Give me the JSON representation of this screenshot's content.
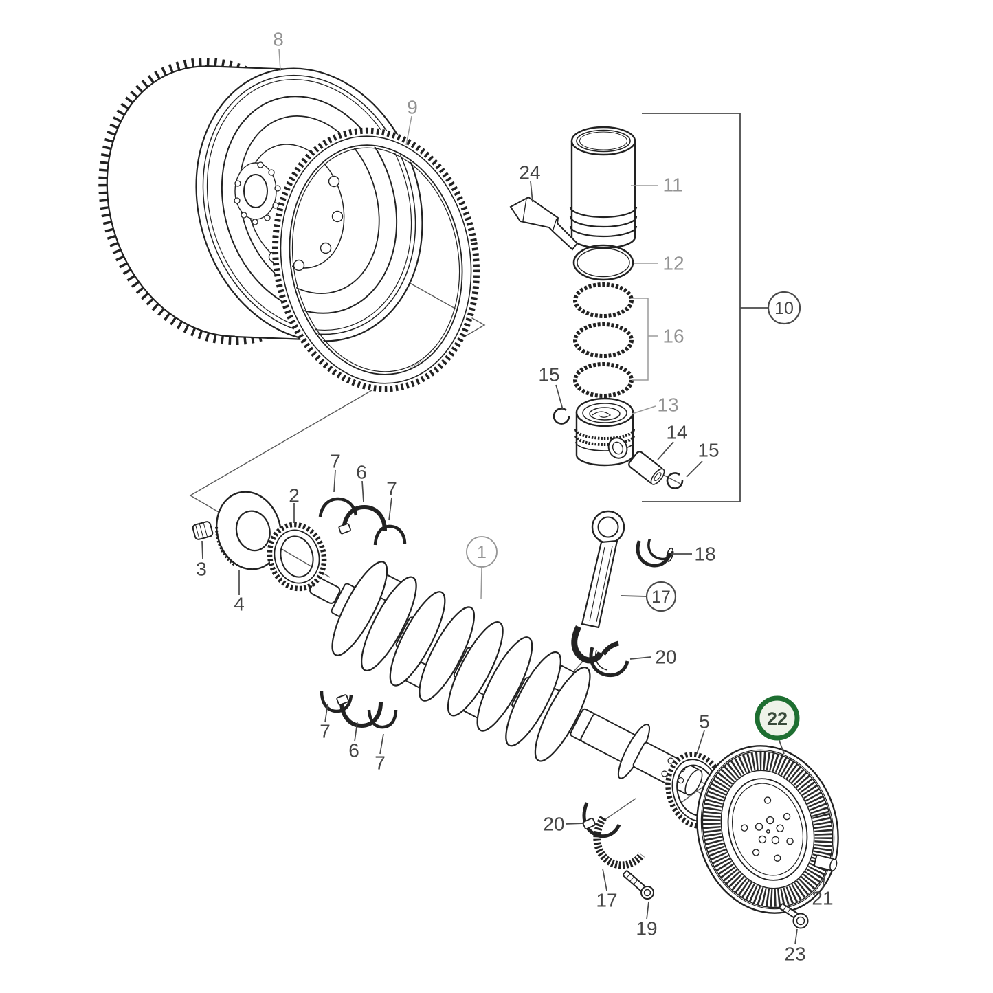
{
  "diagram": {
    "kind": "exploded-parts-diagram",
    "subject": "crankshaft-flywheel-piston-assembly",
    "selected_part_number": "22"
  },
  "colors": {
    "background": "#ffffff",
    "line": "#222222",
    "label_dark": "#454545",
    "label_light": "#939393",
    "highlight_ring": "#1e6f31",
    "highlight_fill": "#eef3e9"
  },
  "labels": [
    {
      "id": "flywheel",
      "text": "8"
    },
    {
      "id": "ring-gear",
      "text": "9"
    },
    {
      "id": "sealant-tube",
      "text": "24"
    },
    {
      "id": "cylinder-liner",
      "text": "11"
    },
    {
      "id": "liner-oring",
      "text": "12"
    },
    {
      "id": "piston-liner-kit",
      "text": "10",
      "circled": true
    },
    {
      "id": "piston-ring-set",
      "text": "16"
    },
    {
      "id": "circlip-left",
      "text": "15"
    },
    {
      "id": "piston",
      "text": "13"
    },
    {
      "id": "wrist-pin",
      "text": "14"
    },
    {
      "id": "circlip-right",
      "text": "15"
    },
    {
      "id": "main-bearing-upper-a",
      "text": "7"
    },
    {
      "id": "main-bearing-upper-b",
      "text": "6"
    },
    {
      "id": "main-bearing-upper-c",
      "text": "7"
    },
    {
      "id": "timing-gear-front",
      "text": "2"
    },
    {
      "id": "crankshaft",
      "text": "1",
      "circled": true
    },
    {
      "id": "small-end-bushing",
      "text": "18"
    },
    {
      "id": "plug-pin",
      "text": "3"
    },
    {
      "id": "connecting-rod",
      "text": "17",
      "circled": true
    },
    {
      "id": "thrust-washer",
      "text": "4"
    },
    {
      "id": "rod-bearing-upper",
      "text": "20"
    },
    {
      "id": "crank-gear-rear",
      "text": "5"
    },
    {
      "id": "vibration-damper",
      "text": "22",
      "circled": true,
      "highlighted": true
    },
    {
      "id": "main-bearing-lower-a",
      "text": "7"
    },
    {
      "id": "main-bearing-lower-b",
      "text": "6"
    },
    {
      "id": "main-bearing-lower-c",
      "text": "7"
    },
    {
      "id": "rod-bearing-lower",
      "text": "20"
    },
    {
      "id": "rod-cap",
      "text": "17"
    },
    {
      "id": "rod-bolt",
      "text": "19"
    },
    {
      "id": "guide-pin",
      "text": "21"
    },
    {
      "id": "damper-bolt",
      "text": "23"
    }
  ]
}
